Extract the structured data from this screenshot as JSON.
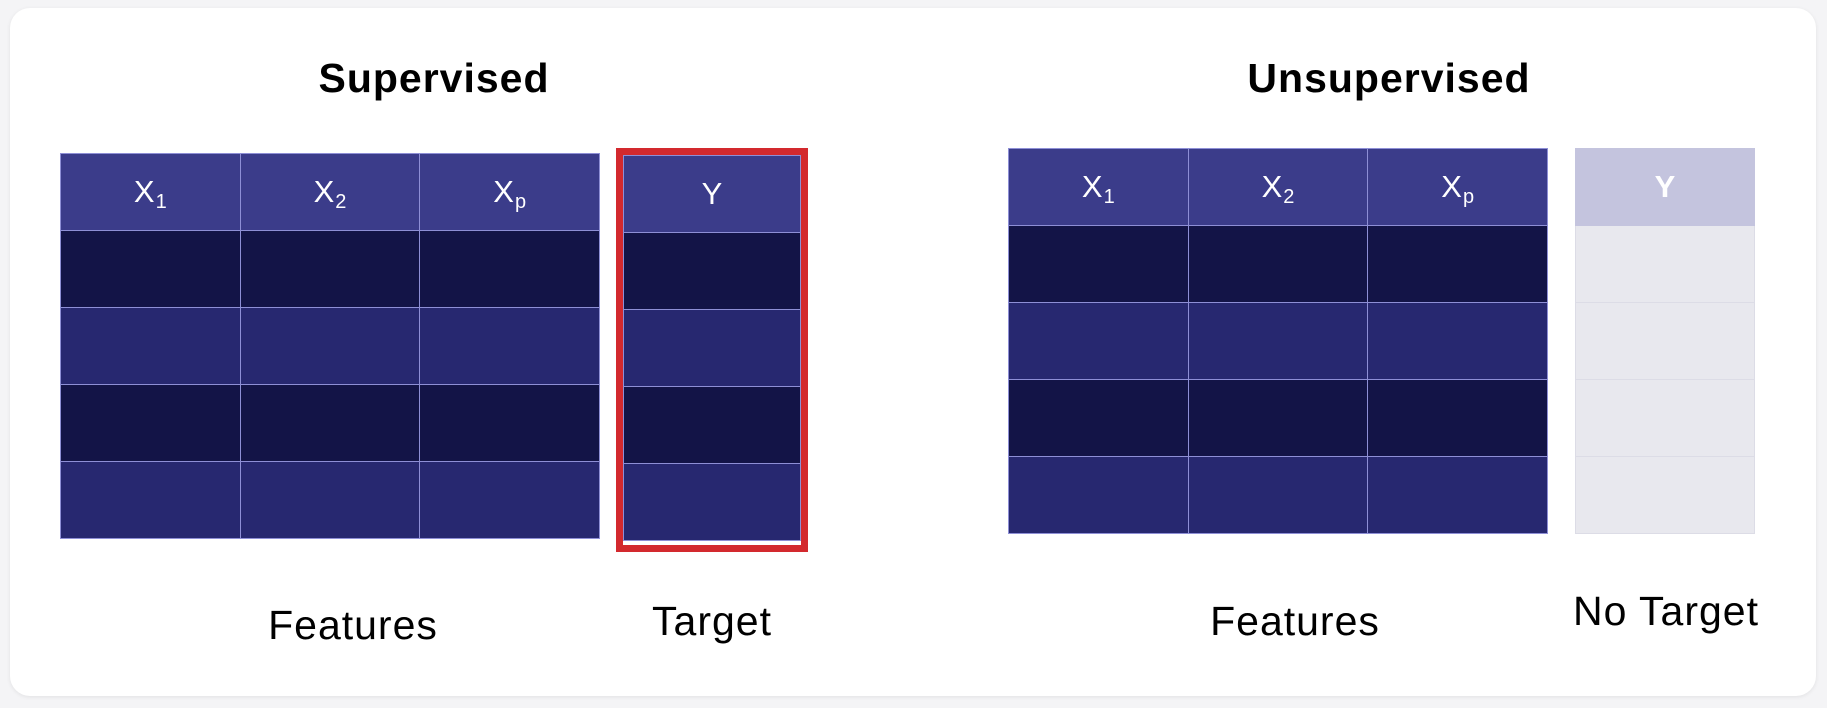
{
  "supervised": {
    "title": "Supervised",
    "features_headers": [
      {
        "base": "X",
        "sub": "1"
      },
      {
        "base": "X",
        "sub": "2"
      },
      {
        "base": "X",
        "sub": "p"
      }
    ],
    "target_header": "Y",
    "features_caption": "Features",
    "target_caption": "Target"
  },
  "unsupervised": {
    "title": "Unsupervised",
    "features_headers": [
      {
        "base": "X",
        "sub": "1"
      },
      {
        "base": "X",
        "sub": "2"
      },
      {
        "base": "X",
        "sub": "p"
      }
    ],
    "target_header": "Y",
    "features_caption": "Features",
    "target_caption": "No Target"
  },
  "colors": {
    "header": "#3b3c8a",
    "row_dark": "#131447",
    "row_mid": "#272870",
    "grid_line": "#8e8fd6",
    "target_highlight": "#d3292e",
    "ghost_header": "#c4c4de",
    "ghost_cell": "#e8e8ee"
  }
}
